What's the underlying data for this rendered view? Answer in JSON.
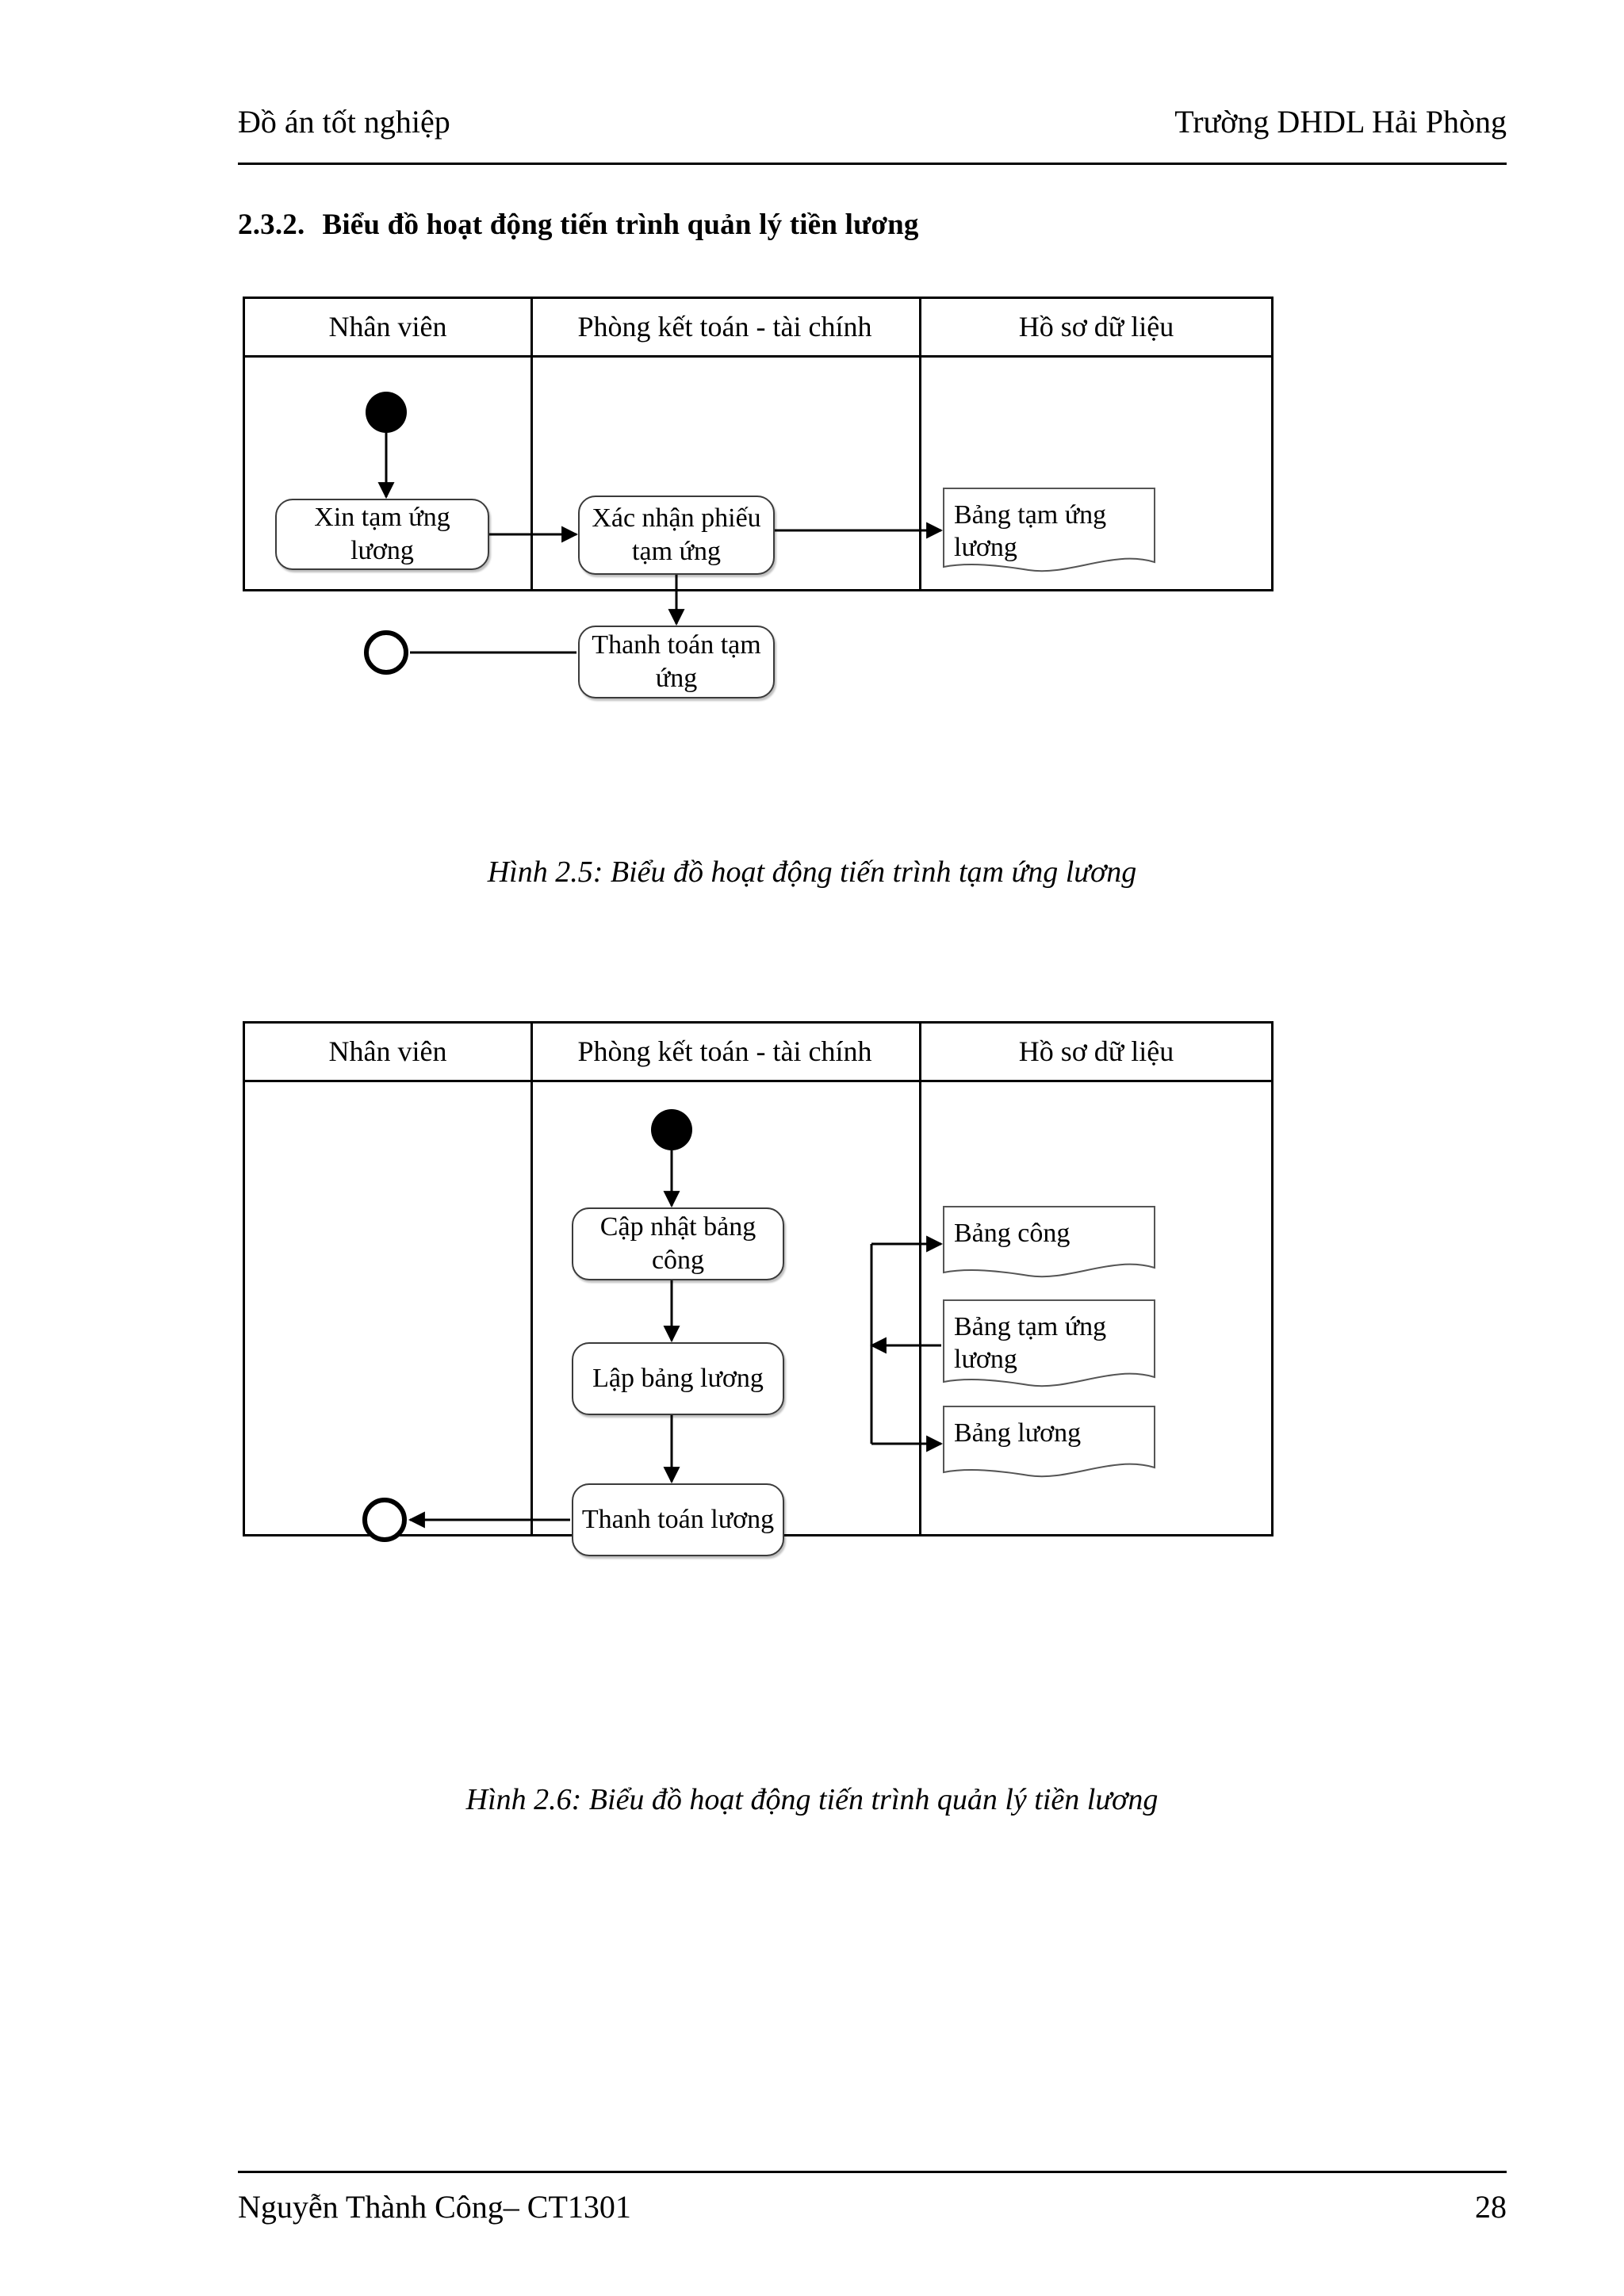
{
  "header": {
    "left": "Đồ án tốt nghiệp",
    "right": "Trường DHDL Hải Phòng"
  },
  "heading": {
    "number": "2.3.2.",
    "text": "Biểu đồ hoạt động tiến trình quản lý tiền lương"
  },
  "lanes": {
    "employee": "Nhân viên",
    "accounting": "Phòng kết toán - tài chính",
    "datafile": "Hồ sơ dữ liệu"
  },
  "diagram1": {
    "nodes": {
      "request_advance": "Xin tạm ứng lương",
      "confirm_slip": "Xác nhận phiếu\ntạm ứng",
      "pay_advance": "Thanh toán tạm ứng"
    },
    "datastores": {
      "advance_table": "Bảng tạm ứng\nlương"
    }
  },
  "diagram2": {
    "nodes": {
      "update_timesheet": "Cập nhật bảng công",
      "make_payroll": "Lập bảng lương",
      "pay_salary": "Thanh toán lương"
    },
    "datastores": {
      "timesheet": "Bảng công",
      "advance_table": "Bảng tạm ứng\nlương",
      "payroll": "Bảng lương"
    }
  },
  "captions": {
    "figure_25": "Hình 2.5: Biểu đồ hoạt động tiến trình tạm ứng lương",
    "figure_26": "Hình 2.6: Biểu đồ hoạt động tiến trình quản lý tiền lương"
  },
  "footer": {
    "author": "Nguyễn Thành Công– CT1301",
    "page": "28"
  }
}
